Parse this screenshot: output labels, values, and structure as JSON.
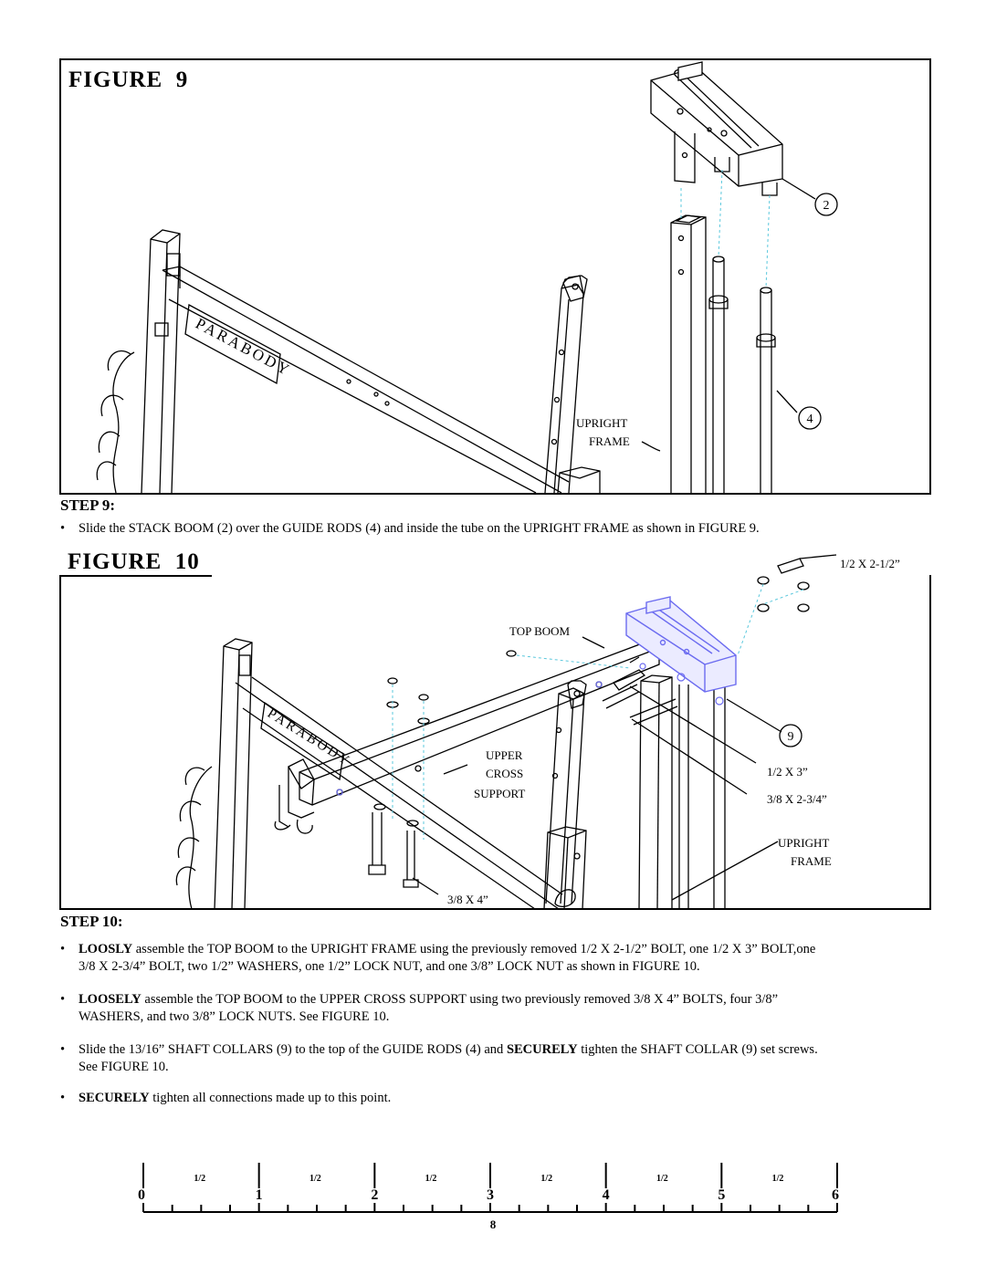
{
  "figure9": {
    "title": "FIGURE  9",
    "labels": {
      "upright": "UPRIGHT",
      "frame": "FRAME",
      "callout_2": "2",
      "callout_4": "4",
      "brand": "PARABODY"
    }
  },
  "step9": {
    "heading": "STEP 9:",
    "bullets": [
      "Slide the STACK BOOM (2) over the GUIDE RODS (4) and inside the tube on the UPRIGHT FRAME as shown in FIGURE 9."
    ]
  },
  "figure10": {
    "title": "FIGURE  10",
    "labels": {
      "bolt_top": "1/2 X 2-1/2”",
      "top_boom": "TOP BOOM",
      "upper": "UPPER",
      "cross": "CROSS",
      "support": "SUPPORT",
      "callout_9": "9",
      "bolt_3": "1/2 X 3”",
      "bolt_234": "3/8 X 2-3/4”",
      "upright": "UPRIGHT",
      "frame": "FRAME",
      "bolt_4": "3/8 X 4”",
      "brand": "PARABODY"
    }
  },
  "step10": {
    "heading": "STEP 10:",
    "bullets": [
      {
        "bold": "LOOSLY",
        "text": " assemble the TOP BOOM to the UPRIGHT FRAME using the previously removed 1/2 X 2-1/2” BOLT, one 1/2 X 3” BOLT,one",
        "line2": "3/8 X 2-3/4” BOLT, two 1/2” WASHERS, one 1/2” LOCK NUT, and one 3/8” LOCK NUT as shown in FIGURE 10."
      },
      {
        "bold": "LOOSELY",
        "text": " assemble the TOP BOOM to the UPPER CROSS SUPPORT using two previously removed 3/8 X 4” BOLTS, four 3/8”",
        "line2": "WASHERS, and two 3/8” LOCK NUTS. See FIGURE 10."
      },
      {
        "pre": "Slide the 13/16” SHAFT COLLARS (9) to the top of the GUIDE RODS (4) and ",
        "bold": "SECURELY",
        "text": " tighten the SHAFT COLLAR (9) set screws.",
        "line2": "See FIGURE 10."
      },
      {
        "bold": "SECURELY",
        "text": " tighten all connections made up to this point."
      }
    ]
  },
  "ruler": {
    "numbers": [
      "0",
      "1",
      "2",
      "3",
      "4",
      "5",
      "6"
    ],
    "half_label": "1/2"
  },
  "page_number": "8"
}
